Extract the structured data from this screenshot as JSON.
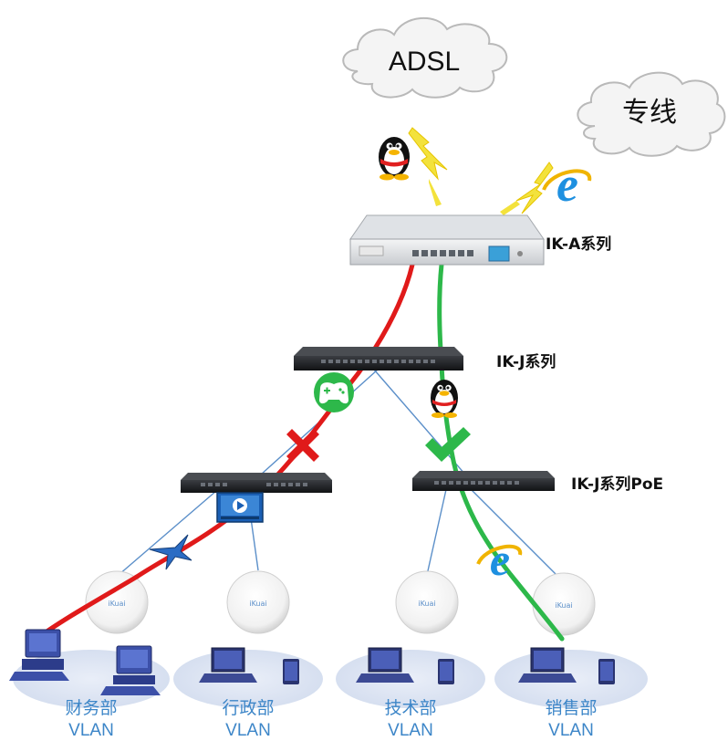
{
  "clouds": {
    "adsl": "ADSL",
    "leased_line": "专线"
  },
  "devices": {
    "router": "IK-A系列",
    "core_switch": "IK-J系列",
    "poe_switch": "IK-J系列PoE"
  },
  "departments": [
    {
      "name": "财务部",
      "vlan": "VLAN"
    },
    {
      "name": "行政部",
      "vlan": "VLAN"
    },
    {
      "name": "技术部",
      "vlan": "VLAN"
    },
    {
      "name": "销售部",
      "vlan": "VLAN"
    }
  ],
  "colors": {
    "blocked_path": "#e01a1a",
    "allowed_path": "#2db84a",
    "link": "#5b8fc9",
    "dept_text": "#3d86c8",
    "dept_disc": "#dde5f3"
  },
  "icons": [
    "qq-penguin-icon",
    "ie-browser-icon",
    "lightning-icon",
    "gamepad-icon",
    "video-player-icon",
    "bird-icon",
    "cross-icon",
    "check-icon"
  ]
}
